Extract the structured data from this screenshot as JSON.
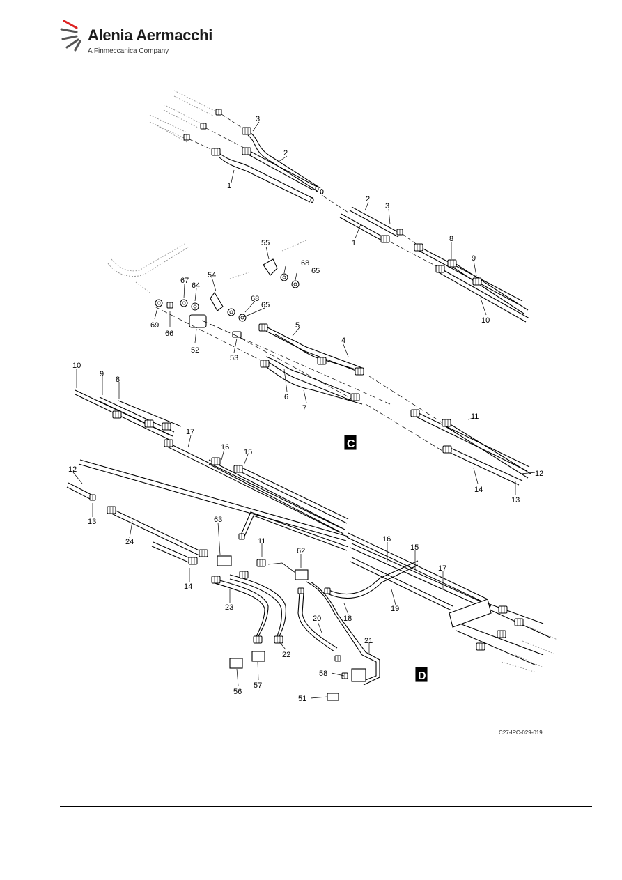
{
  "header": {
    "company": "Alenia Aermacchi",
    "subtitle": "A Finmeccanica Company"
  },
  "figure": {
    "code": "C27-IPC-029-019",
    "views": [
      "C",
      "D"
    ],
    "callouts": [
      {
        "id": "c1",
        "text": "1"
      },
      {
        "id": "c2",
        "text": "2"
      },
      {
        "id": "c3",
        "text": "3"
      },
      {
        "id": "c2b",
        "text": "2"
      },
      {
        "id": "c3b",
        "text": "3"
      },
      {
        "id": "c1b",
        "text": "1"
      },
      {
        "id": "c8",
        "text": "8"
      },
      {
        "id": "c9",
        "text": "9"
      },
      {
        "id": "c10",
        "text": "10"
      },
      {
        "id": "c55",
        "text": "55"
      },
      {
        "id": "c68",
        "text": "68"
      },
      {
        "id": "c65",
        "text": "65"
      },
      {
        "id": "c67",
        "text": "67"
      },
      {
        "id": "c64",
        "text": "64"
      },
      {
        "id": "c54",
        "text": "54"
      },
      {
        "id": "c68b",
        "text": "68"
      },
      {
        "id": "c65b",
        "text": "65"
      },
      {
        "id": "c69",
        "text": "69"
      },
      {
        "id": "c66",
        "text": "66"
      },
      {
        "id": "c52",
        "text": "52"
      },
      {
        "id": "c5",
        "text": "5"
      },
      {
        "id": "c4",
        "text": "4"
      },
      {
        "id": "c53",
        "text": "53"
      },
      {
        "id": "c10b",
        "text": "10"
      },
      {
        "id": "c9b",
        "text": "9"
      },
      {
        "id": "c8b",
        "text": "8"
      },
      {
        "id": "c6",
        "text": "6"
      },
      {
        "id": "c7",
        "text": "7"
      },
      {
        "id": "c11",
        "text": "11"
      },
      {
        "id": "c12",
        "text": "12"
      },
      {
        "id": "c14",
        "text": "14"
      },
      {
        "id": "c13",
        "text": "13"
      },
      {
        "id": "c17",
        "text": "17"
      },
      {
        "id": "c16",
        "text": "16"
      },
      {
        "id": "c15",
        "text": "15"
      },
      {
        "id": "c12b",
        "text": "12"
      },
      {
        "id": "c13b",
        "text": "13"
      },
      {
        "id": "c24",
        "text": "24"
      },
      {
        "id": "c63",
        "text": "63"
      },
      {
        "id": "c11b",
        "text": "11"
      },
      {
        "id": "c62",
        "text": "62"
      },
      {
        "id": "c16b",
        "text": "16"
      },
      {
        "id": "c15b",
        "text": "15"
      },
      {
        "id": "c17b",
        "text": "17"
      },
      {
        "id": "c14b",
        "text": "14"
      },
      {
        "id": "c23",
        "text": "23"
      },
      {
        "id": "c18",
        "text": "18"
      },
      {
        "id": "c19",
        "text": "19"
      },
      {
        "id": "c20",
        "text": "20"
      },
      {
        "id": "c21",
        "text": "21"
      },
      {
        "id": "c22",
        "text": "22"
      },
      {
        "id": "c58",
        "text": "58"
      },
      {
        "id": "c56",
        "text": "56"
      },
      {
        "id": "c57",
        "text": "57"
      },
      {
        "id": "c51",
        "text": "51"
      }
    ]
  }
}
